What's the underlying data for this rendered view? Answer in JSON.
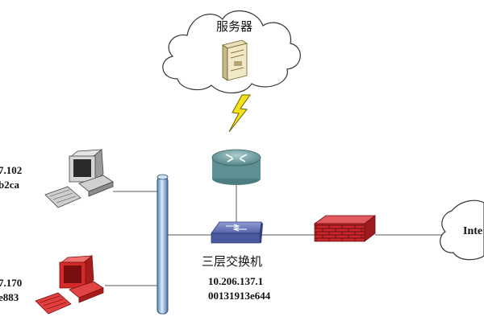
{
  "diagram": {
    "server": {
      "label": "服务器"
    },
    "switch": {
      "label": "三层交换机",
      "ip": "10.206.137.1",
      "mac": "00131913e644"
    },
    "pc_top": {
      "ip": "7.102",
      "mac": "b2ca"
    },
    "pc_bottom": {
      "ip": "7.170",
      "mac": "e883"
    },
    "internet": {
      "label": "Inte"
    },
    "colors": {
      "cloud_stroke": "#333333",
      "bus": "#9ec3e6",
      "switch": "#4a5a9e",
      "router": "#6f9a9c",
      "firewall": "#c8262b",
      "pc_red": "#d42a2a",
      "lightning": "#f3e21a"
    }
  }
}
